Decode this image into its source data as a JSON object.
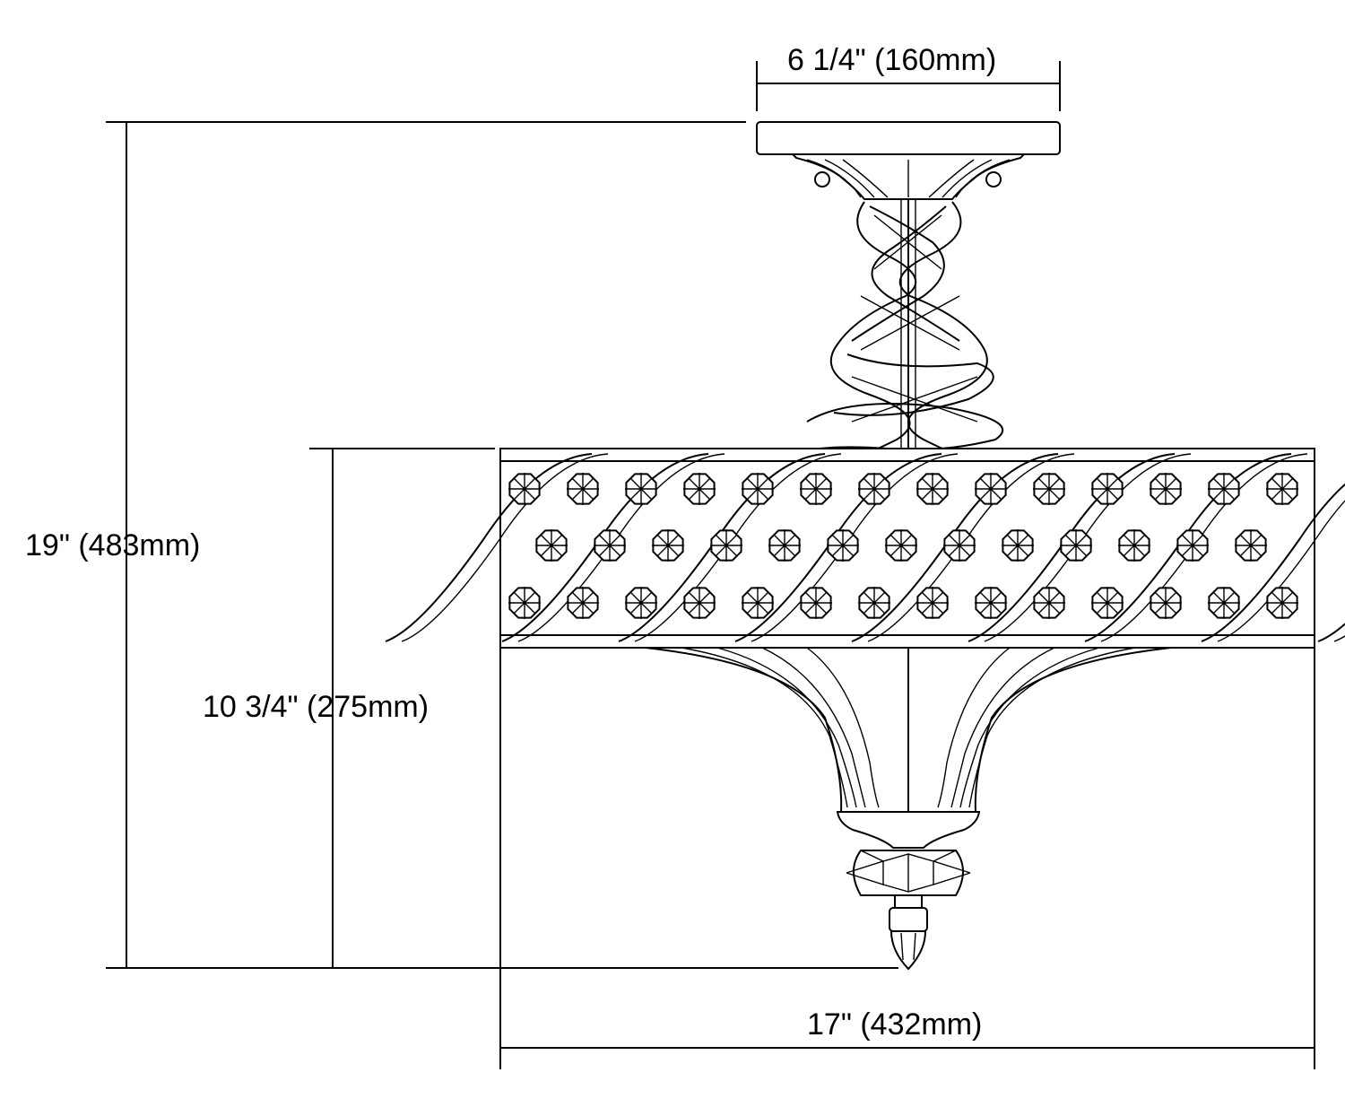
{
  "dimensions": {
    "canopy_width": "6 1/4\" (160mm)",
    "overall_height": "19\" (483mm)",
    "shade_height": "10 3/4\" (275mm)",
    "overall_width": "17\" (432mm)"
  },
  "colors": {
    "line": "#000000",
    "background": "#ffffff"
  }
}
